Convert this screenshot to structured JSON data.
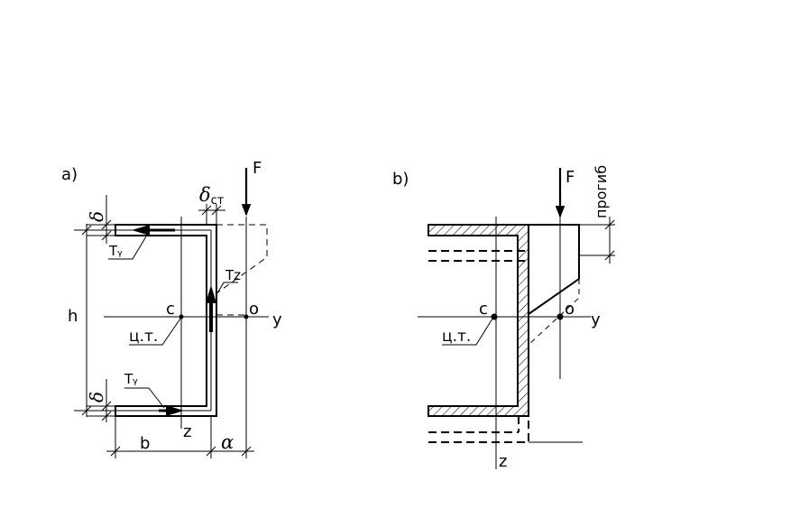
{
  "panel_a": {
    "label": "a)",
    "force": "F",
    "delta_wall": "δ",
    "delta_wall_sub": "ст",
    "delta_top": "δ",
    "delta_bottom": "δ",
    "h": "h",
    "b": "b",
    "alpha": "α",
    "c": "c",
    "o": "o",
    "y": "y",
    "z": "z",
    "ct": "ц.т.",
    "ty_top": "Tᵧ",
    "ty_bottom": "Tᵧ",
    "tz": "Tz"
  },
  "panel_b": {
    "label": "b)",
    "force": "F",
    "deflection": "прогиб",
    "c": "c",
    "o": "o",
    "y": "y",
    "z": "z",
    "ct": "ц.т."
  }
}
